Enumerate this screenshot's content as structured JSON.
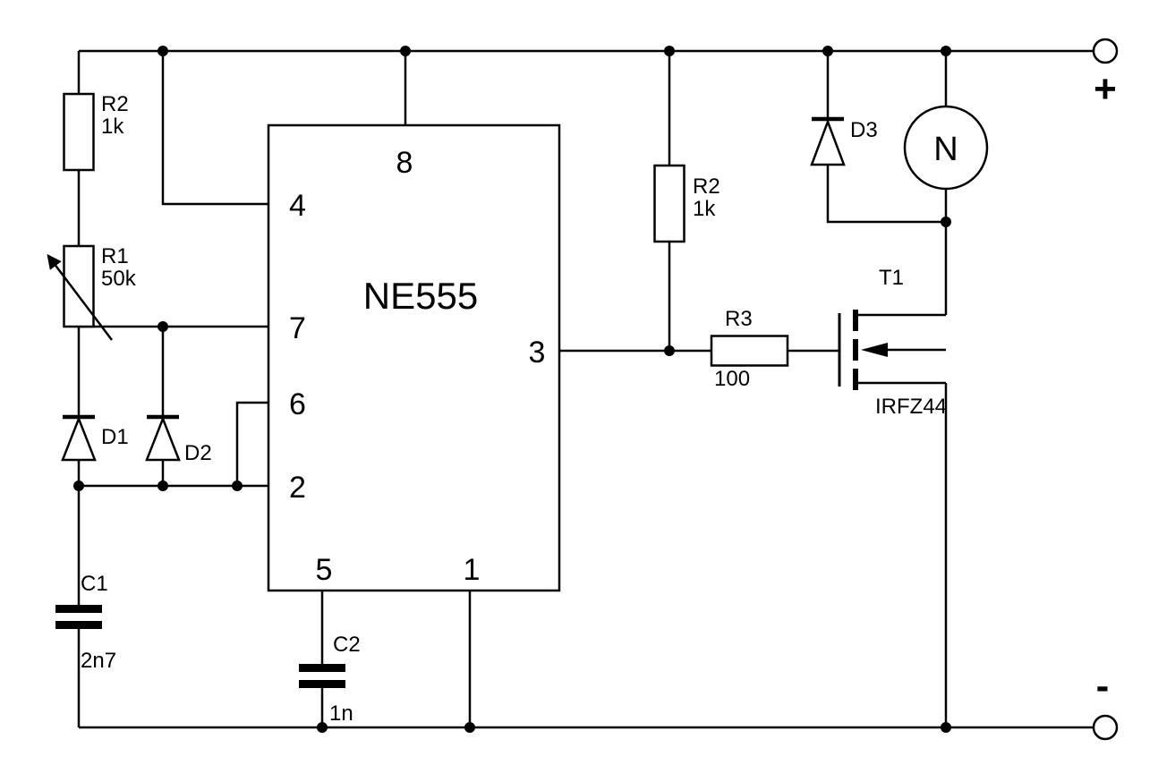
{
  "schematic": {
    "type": "circuit-diagram",
    "ic": {
      "name": "NE555",
      "pins": {
        "p8": "8",
        "p4": "4",
        "p7": "7",
        "p6": "6",
        "p2": "2",
        "p5": "5",
        "p1": "1",
        "p3": "3"
      }
    },
    "resistor_r2_left": {
      "ref": "R2",
      "value": "1k"
    },
    "potentiometer_r1": {
      "ref": "R1",
      "value": "50k"
    },
    "diode_d1": {
      "ref": "D1"
    },
    "diode_d2": {
      "ref": "D2"
    },
    "capacitor_c1": {
      "ref": "C1",
      "value": "2n7"
    },
    "capacitor_c2": {
      "ref": "C2",
      "value": "1n"
    },
    "resistor_r2_right": {
      "ref": "R2",
      "value": "1k"
    },
    "resistor_r3": {
      "ref": "R3",
      "value": "100"
    },
    "diode_d3": {
      "ref": "D3"
    },
    "mosfet_t1": {
      "ref": "T1",
      "part": "IRFZ44"
    },
    "motor": {
      "label": "N"
    },
    "terminal_positive": {
      "label": "+"
    },
    "terminal_negative": {
      "label": "-"
    },
    "colors": {
      "line": "#000000",
      "background": "#ffffff"
    }
  }
}
